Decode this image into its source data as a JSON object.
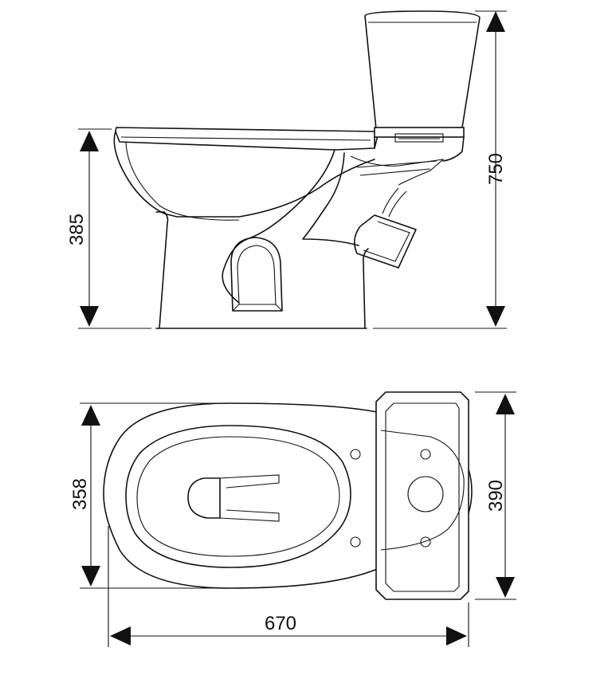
{
  "dimensions": {
    "bowl_height": "385",
    "total_height": "750",
    "bowl_width": "358",
    "tank_width": "390",
    "total_length": "670"
  }
}
